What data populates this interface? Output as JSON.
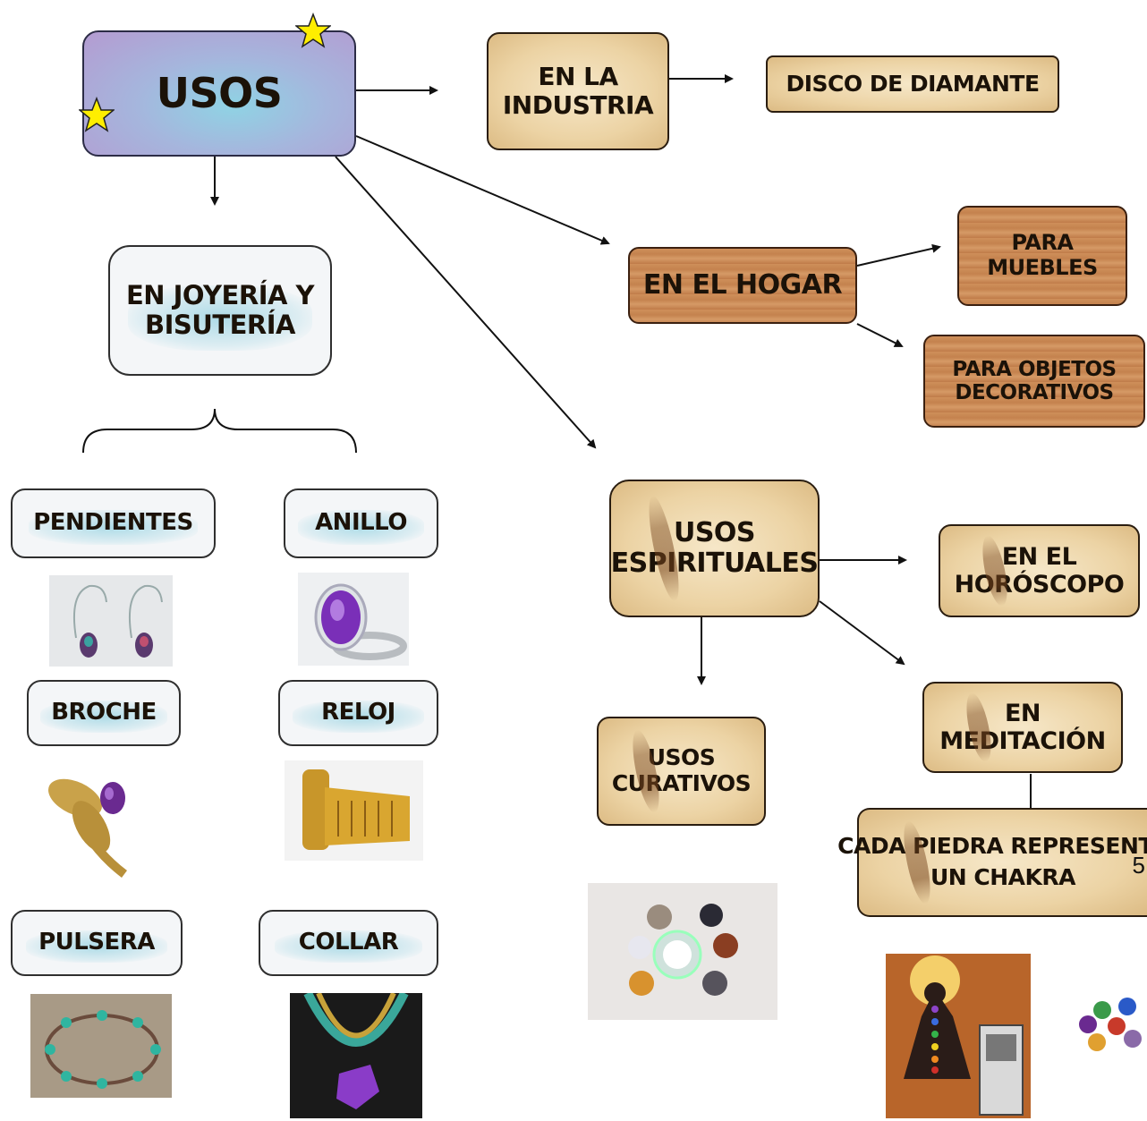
{
  "central": {
    "label": "USOS"
  },
  "nodes": {
    "industria": {
      "line1": "EN LA",
      "line2": "INDUSTRIA"
    },
    "disco": {
      "label": "DISCO DE DIAMANTE"
    },
    "hogar": {
      "label": "EN EL HOGAR"
    },
    "muebles": {
      "line1": "PARA",
      "line2": "MUEBLES"
    },
    "decorativos": {
      "line1": "PARA OBJETOS",
      "line2": "DECORATIVOS"
    },
    "joyeria": {
      "line1": "EN JOYERÍA Y",
      "line2": "BISUTERÍA"
    },
    "espirituales": {
      "line1": "USOS",
      "line2": "ESPIRITUALES"
    },
    "horoscopo": {
      "line1": "EN EL",
      "line2": "HORÓSCOPO"
    },
    "meditacion": {
      "line1": "EN",
      "line2": "MEDITACIÓN"
    },
    "curativos": {
      "line1": "USOS",
      "line2": "CURATIVOS"
    },
    "chakra": {
      "line1": "CADA PIEDRA REPRESENTA",
      "line2": "UN CHAKRA"
    }
  },
  "jewelry": {
    "pendientes": "PENDIENTES",
    "anillo": "ANILLO",
    "broche": "BROCHE",
    "reloj": "RELOJ",
    "pulsera": "PULSERA",
    "collar": "COLLAR"
  },
  "page_number": "5"
}
